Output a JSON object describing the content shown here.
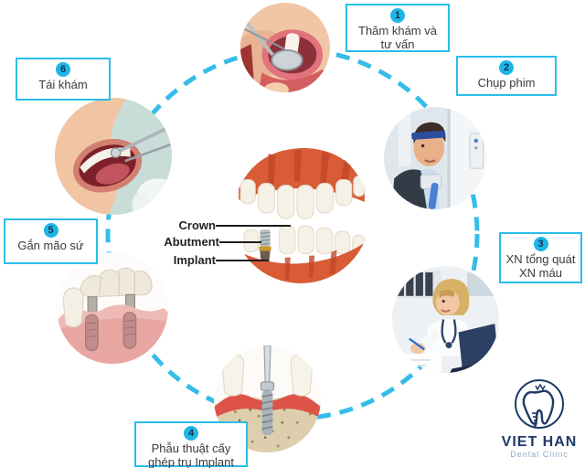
{
  "diagram": {
    "accent_color": "#2abde9",
    "badge_color": "#1db6e8",
    "steps": [
      {
        "number": "1",
        "lines": [
          "Thăm khám và",
          "tư vấn"
        ],
        "photo": "close-up of mouth examined with dental mirror"
      },
      {
        "number": "2",
        "lines": [
          "Chụp phim"
        ],
        "photo": "man in panoramic x-ray machine"
      },
      {
        "number": "3",
        "lines": [
          "XN tổng quát",
          "XN máu"
        ],
        "photo": "female doctor writing at desk with laptop"
      },
      {
        "number": "4",
        "lines": [
          "Phẫu thuật cấy",
          "ghép trụ Implant"
        ],
        "photo": "implant screw placed into jaw bone illustration"
      },
      {
        "number": "5",
        "lines": [
          "Gắn mão sứ"
        ],
        "photo": "porcelain bridge placed on two implants illustration"
      },
      {
        "number": "6",
        "lines": [
          "Tái khám"
        ],
        "photo": "open mouth check-up with dental instruments"
      }
    ],
    "center": {
      "photo": "3d teeth with dental implant in lower jaw",
      "labels": {
        "crown": "Crown",
        "abutment": "Abutment",
        "implant": "Implant"
      }
    }
  },
  "logo": {
    "name": "VIET HAN",
    "subtitle": "Dental Clinic",
    "primary_color": "#1e3a66",
    "secondary_color": "#8fa9c9"
  }
}
